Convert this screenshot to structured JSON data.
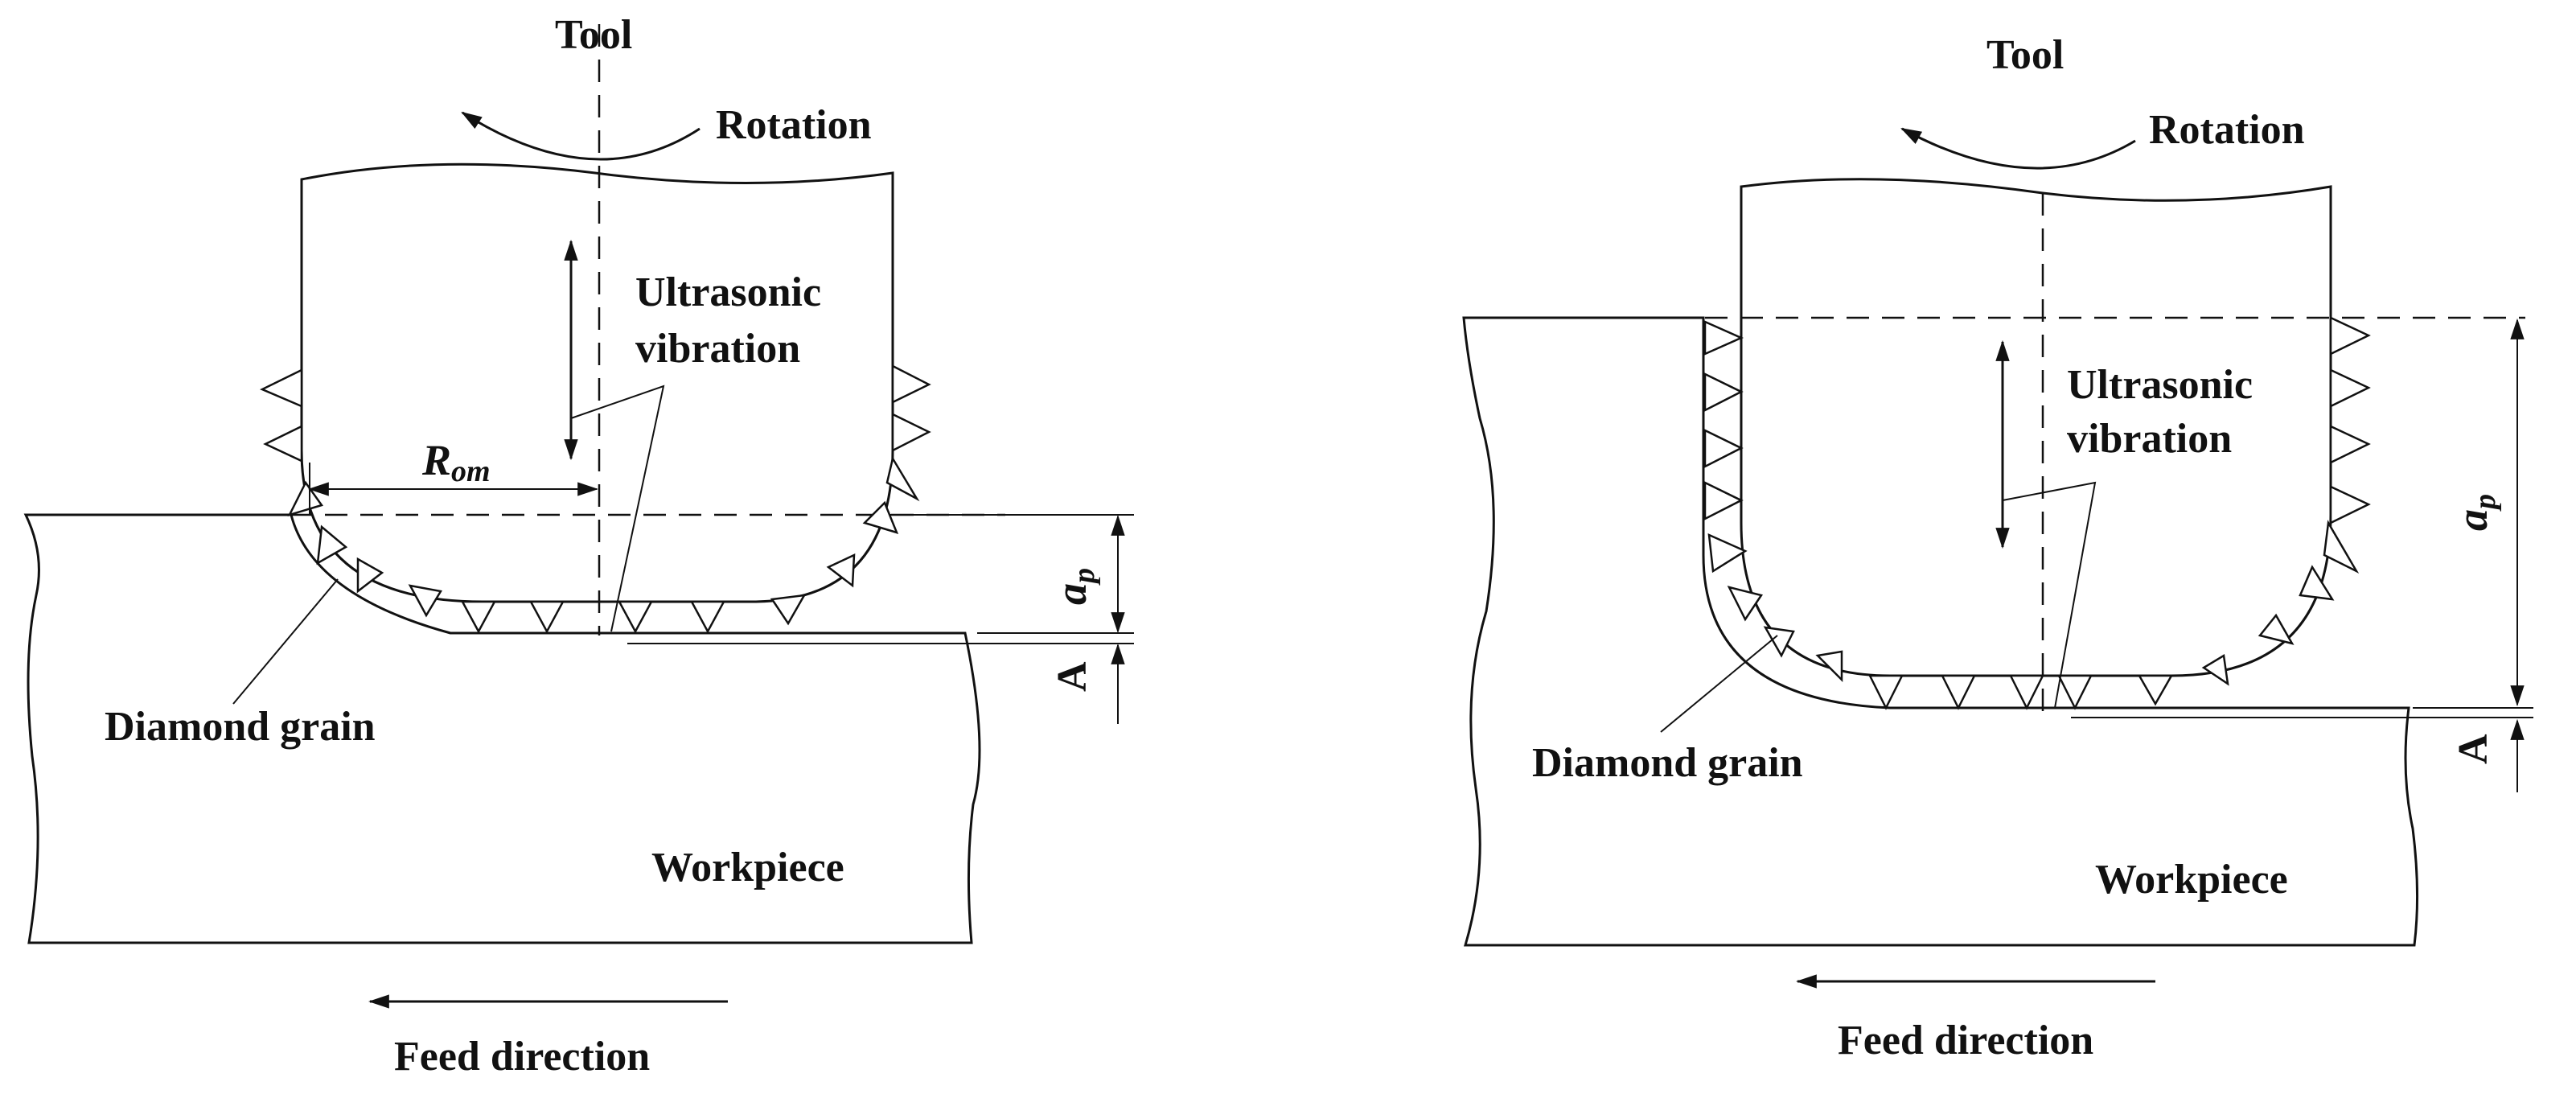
{
  "panels": [
    {
      "tool_label": "Tool",
      "rotation_label": "Rotation",
      "vibration_label": [
        "Ultrasonic",
        "vibration"
      ],
      "radius_symbol": "R",
      "radius_subscript": "om",
      "depth_symbol": "a",
      "depth_subscript": "p",
      "amplitude_symbol": "A",
      "grain_label": "Diamond grain",
      "workpiece_label": "Workpiece",
      "feed_label": "Feed direction"
    },
    {
      "tool_label": "Tool",
      "rotation_label": "Rotation",
      "vibration_label": [
        "Ultrasonic",
        "vibration"
      ],
      "depth_symbol": "a",
      "depth_subscript": "p",
      "amplitude_symbol": "A",
      "grain_label": "Diamond grain",
      "workpiece_label": "Workpiece",
      "feed_label": "Feed direction"
    }
  ]
}
